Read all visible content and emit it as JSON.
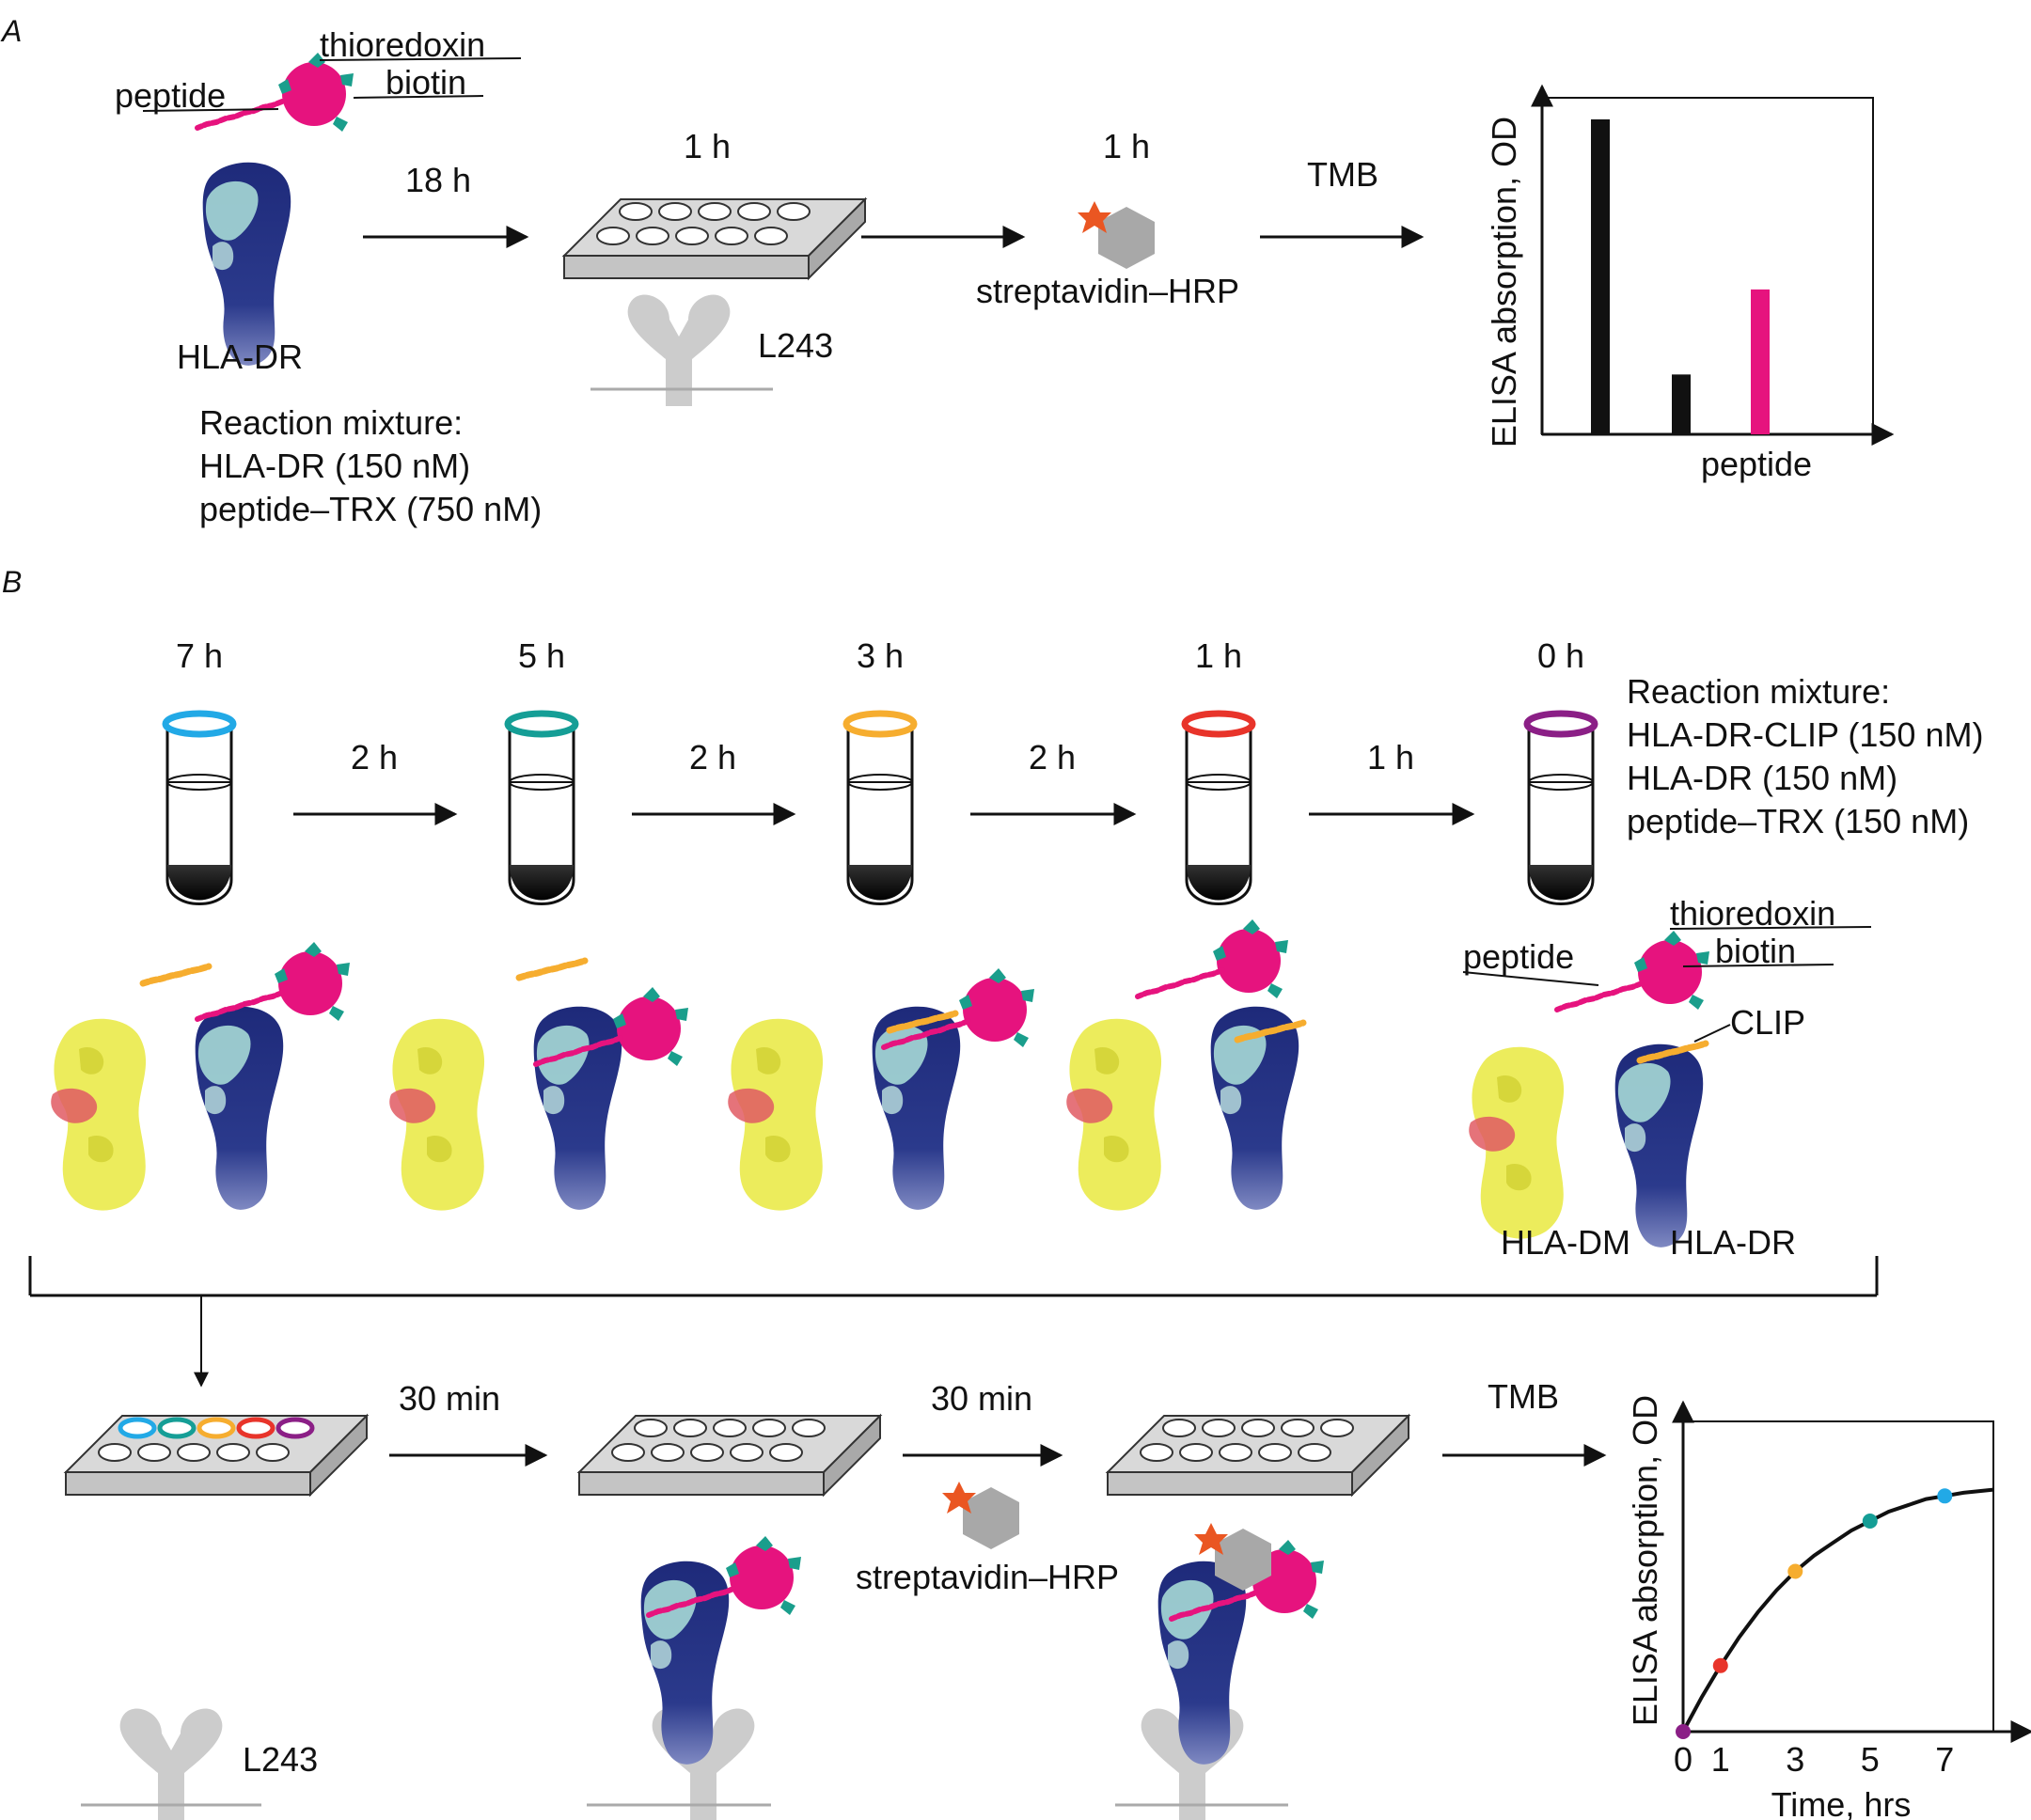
{
  "panel_a": {
    "letter": "A",
    "labels": {
      "thioredoxin": "thioredoxin",
      "biotin": "biotin",
      "peptide": "peptide",
      "hla_dr": "HLA-DR",
      "l243": "L243",
      "streptavidin": "streptavidin–HRP"
    },
    "times": [
      "18 h",
      "1 h",
      "1 h"
    ],
    "tmb": "TMB",
    "reaction_mixture": [
      "Reaction mixture:",
      "HLA-DR (150 nM)",
      "peptide–TRX (750 nM)"
    ],
    "colors": {
      "tmb_bar_black": "#111111",
      "tmb_bar_magenta": "#e6137e"
    }
  },
  "panel_b": {
    "letter": "B",
    "tubes": [
      {
        "time": "7 h",
        "color": "#22a9e6"
      },
      {
        "time": "5 h",
        "color": "#159e96"
      },
      {
        "time": "3 h",
        "color": "#f6ad2f"
      },
      {
        "time": "1 h",
        "color": "#e8342a"
      },
      {
        "time": "0 h",
        "color": "#8b1f86"
      }
    ],
    "intervals": [
      "2 h",
      "2 h",
      "2 h",
      "1 h"
    ],
    "reaction_mixture": [
      "Reaction mixture:",
      "HLA-DR-CLIP (150 nM)",
      "HLA-DR (150 nM)",
      "peptide–TRX (150 nM)"
    ],
    "labels": {
      "thioredoxin": "thioredoxin",
      "biotin": "biotin",
      "peptide": "peptide",
      "clip": "CLIP",
      "hla_dm": "HLA-DM",
      "hla_dr": "HLA-DR",
      "l243": "L243",
      "streptavidin": "streptavidin–HRP"
    },
    "steps": [
      "30 min",
      "30 min"
    ],
    "tmb": "TMB"
  },
  "chart_data": [
    {
      "type": "bar",
      "title": "",
      "xlabel": "peptide",
      "ylabel": "ELISA absorption, OD",
      "categories": [
        "",
        "",
        ""
      ],
      "values": [
        1.0,
        0.19,
        0.46
      ],
      "colors": [
        "#111111",
        "#111111",
        "#e6137e"
      ]
    },
    {
      "type": "line",
      "title": "",
      "xlabel": "Time, hrs",
      "ylabel": "ELISA absorption, OD",
      "x_ticks": [
        "0",
        "1",
        "3",
        "5",
        "7"
      ],
      "xlim": [
        0,
        8.3
      ],
      "ylim": [
        0,
        1
      ],
      "curve": {
        "x": [
          0,
          0.5,
          1,
          1.5,
          2,
          2.5,
          3,
          3.5,
          4,
          4.5,
          5,
          5.5,
          6,
          6.5,
          7,
          7.5,
          8.3
        ],
        "y": [
          0,
          0.11,
          0.21,
          0.3,
          0.38,
          0.45,
          0.51,
          0.56,
          0.6,
          0.64,
          0.67,
          0.7,
          0.72,
          0.74,
          0.75,
          0.76,
          0.77
        ]
      },
      "points": [
        {
          "x": 0,
          "y": 0,
          "color": "#8b1f86"
        },
        {
          "x": 1,
          "y": 0.21,
          "color": "#e8342a"
        },
        {
          "x": 3,
          "y": 0.51,
          "color": "#f6ad2f"
        },
        {
          "x": 5,
          "y": 0.67,
          "color": "#159e96"
        },
        {
          "x": 7,
          "y": 0.75,
          "color": "#22a9e6"
        }
      ]
    }
  ]
}
